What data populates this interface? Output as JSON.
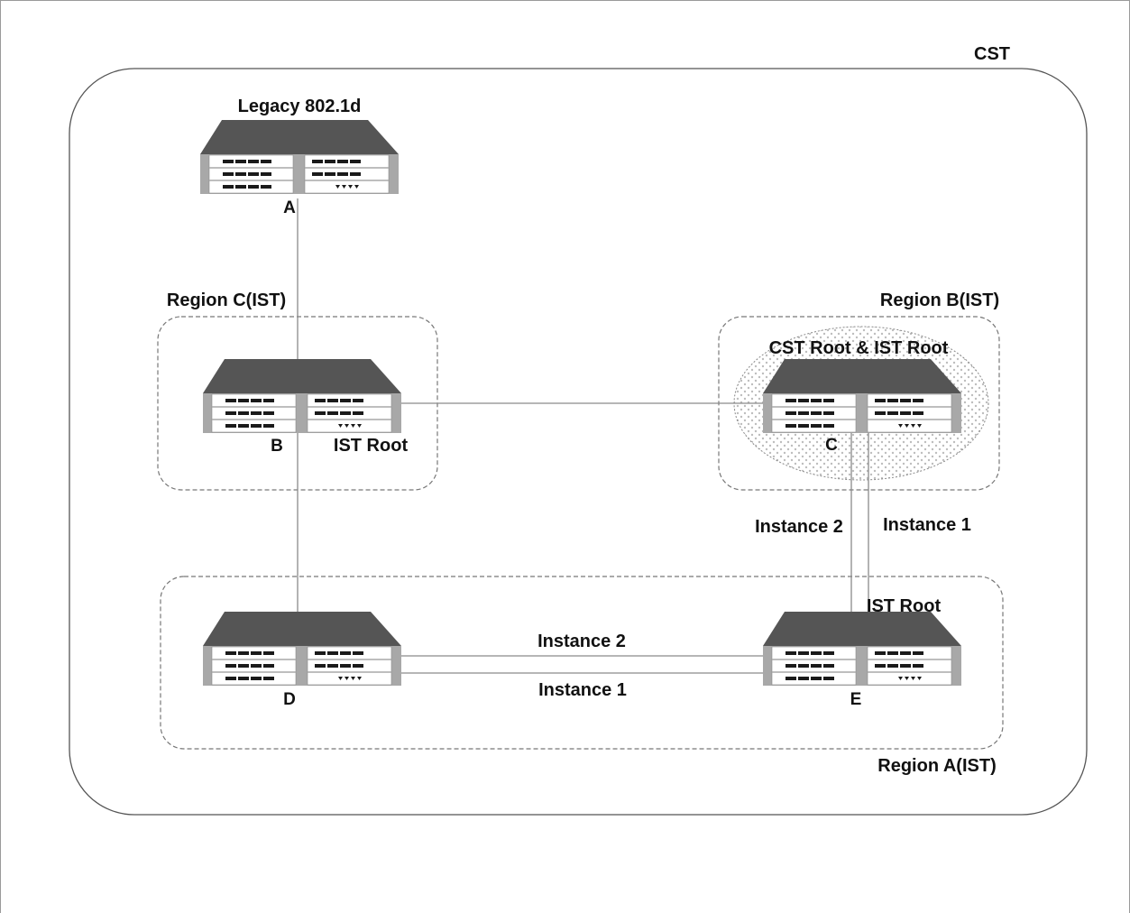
{
  "cst_label": "CST",
  "legacy_label": "Legacy 802.1d",
  "regions": {
    "region_c": "Region C(IST)",
    "region_b": "Region B(IST)",
    "region_a": "Region A(IST)"
  },
  "switches": {
    "a": {
      "letter": "A"
    },
    "b": {
      "letter": "B",
      "role": "IST Root"
    },
    "c": {
      "letter": "C",
      "role": "CST Root & IST Root"
    },
    "d": {
      "letter": "D"
    },
    "e": {
      "letter": "E",
      "role": "IST Root"
    }
  },
  "links": {
    "c_e_instance2": "Instance 2",
    "c_e_instance1": "Instance 1",
    "d_e_instance2": "Instance 2",
    "d_e_instance1": "Instance 1"
  },
  "colors": {
    "switch_top": "#555555",
    "switch_body": "#a8a8a8",
    "port_panel": "#ffffff",
    "port": "#1a1a1a",
    "dots": "#bdbdbd"
  }
}
